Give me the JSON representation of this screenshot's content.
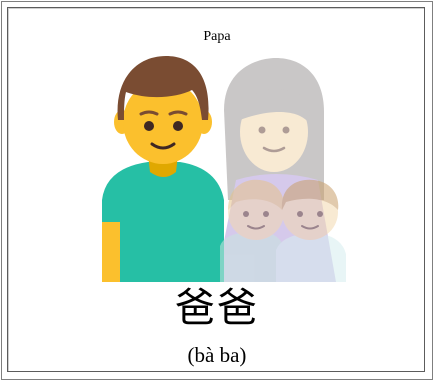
{
  "flashcard": {
    "caption": "Papa",
    "word": "爸爸",
    "pinyin": "(bà ba)",
    "illustration_icon": "family-man-woman-girl-boy-icon"
  },
  "colors": {
    "border": "#5c5c5c",
    "skin": "#fbc02d",
    "hair_man": "#7a4c32",
    "shirt_man": "#26bfa5",
    "faded_figures": "#eedfc8"
  }
}
